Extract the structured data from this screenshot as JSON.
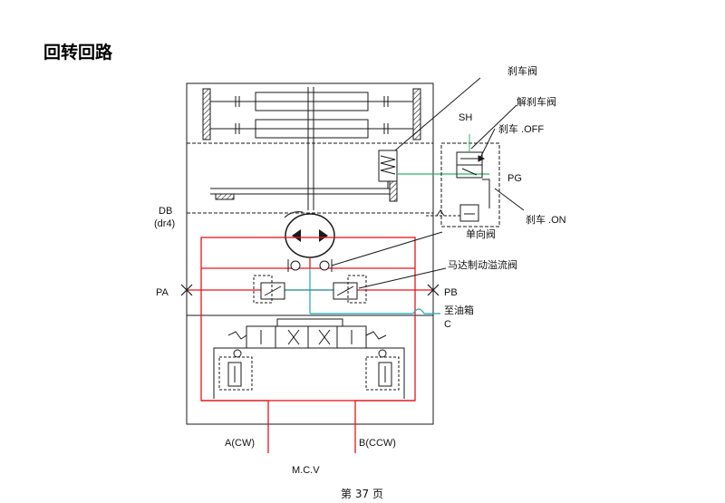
{
  "title": "回转回路",
  "labels": {
    "brake_valve": "刹车阀",
    "release_brake_valve": "解刹车阀",
    "sh": "SH",
    "brake_off": "刹车  .OFF",
    "pg": "PG",
    "brake_on": "刹车  .ON",
    "db": "DB",
    "dr4": "(dr4)",
    "check_valve": "单向阀",
    "motor_relief": "马达制动溢流阀",
    "pa": "PA",
    "pb": "PB",
    "to_tank": "至油箱",
    "c": "C",
    "a_cw": "A(CW)",
    "b_ccw": "B(CCW)",
    "mcv": "M.C.V"
  },
  "footer": {
    "page": "第 37 页"
  },
  "colors": {
    "line": "#1a1a1a",
    "pressure": "#e8141b",
    "drain": "#1fa6b8",
    "pilot": "#2fb56a"
  }
}
